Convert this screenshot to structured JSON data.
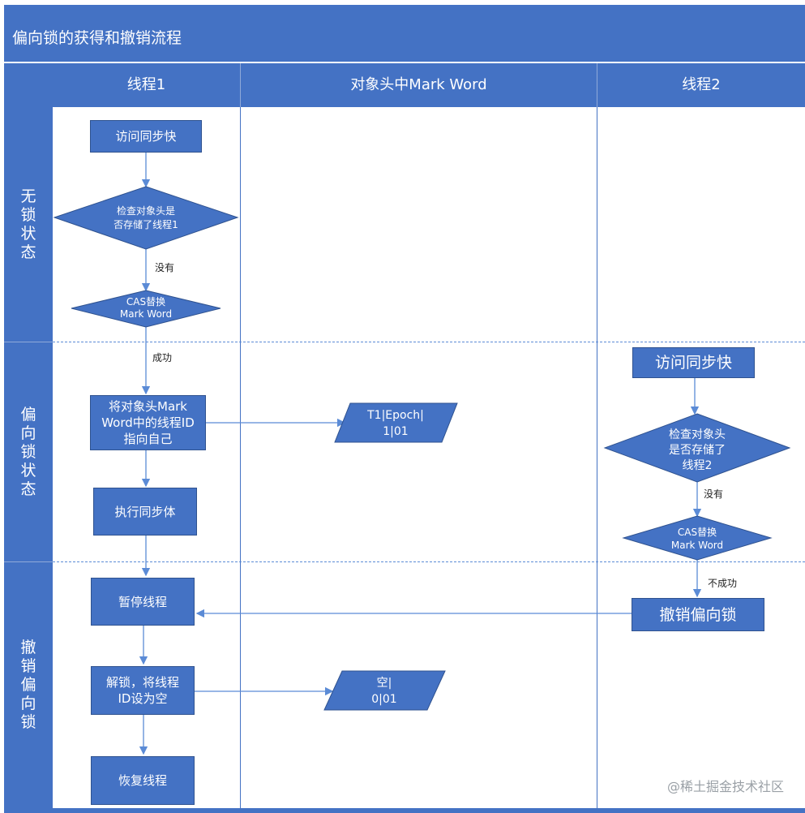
{
  "title": "偏向锁的获得和撤销流程",
  "columns": [
    "线程1",
    "对象头中Mark Word",
    "线程2"
  ],
  "lanes": [
    "无锁状态",
    "偏向锁状态",
    "撤销偏向锁"
  ],
  "thread1": {
    "visit_sync": "访问同步快",
    "check_header": [
      "检查对象头是",
      "否存储了线程1"
    ],
    "cas_replace": [
      "CAS替换",
      "Mark Word"
    ],
    "set_thread_id": [
      "将对象头Mark",
      "Word中的线程ID",
      "指向自己"
    ],
    "exec_sync": "执行同步体",
    "pause_thread": "暂停线程",
    "unlock": [
      "解锁，将线程",
      "ID设为空"
    ],
    "resume_thread": "恢复线程"
  },
  "markword": {
    "biased": [
      "T1|Epoch|",
      "1|01"
    ],
    "empty": [
      "空|",
      "0|01"
    ]
  },
  "thread2": {
    "visit_sync": "访问同步快",
    "check_header": [
      "检查对象头",
      "是否存储了",
      "线程2"
    ],
    "cas_replace": [
      "CAS替换",
      "Mark Word"
    ],
    "revoke": "撤销偏向锁"
  },
  "edge_labels": {
    "none1": "没有",
    "success": "成功",
    "none2": "没有",
    "fail": "不成功"
  },
  "watermark": "@稀土掘金技术社区",
  "colors": {
    "primary": "#4472c4",
    "line": "#5b8bd6"
  }
}
